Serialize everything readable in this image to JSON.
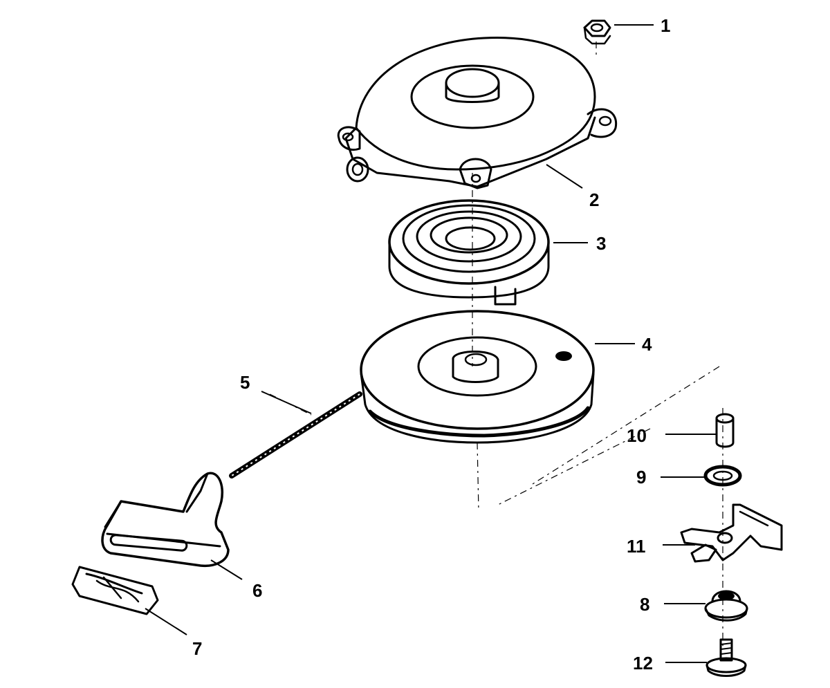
{
  "callouts": [
    "1",
    "2",
    "3",
    "4",
    "5",
    "6",
    "7",
    "8",
    "9",
    "10",
    "11",
    "12"
  ],
  "parts": [
    {
      "callout": "1",
      "icon": "hex-nut-icon"
    },
    {
      "callout": "2",
      "icon": "starter-housing-icon"
    },
    {
      "callout": "3",
      "icon": "recoil-spring-icon"
    },
    {
      "callout": "4",
      "icon": "rope-pulley-icon"
    },
    {
      "callout": "5",
      "icon": "starter-rope-icon"
    },
    {
      "callout": "6",
      "icon": "rope-handle-icon"
    },
    {
      "callout": "7",
      "icon": "handle-insert-icon"
    },
    {
      "callout": "8",
      "icon": "bushing-icon"
    },
    {
      "callout": "9",
      "icon": "washer-icon"
    },
    {
      "callout": "10",
      "icon": "spacer-icon"
    },
    {
      "callout": "11",
      "icon": "pawl-plate-icon"
    },
    {
      "callout": "12",
      "icon": "screw-icon"
    }
  ],
  "colors": {
    "ink": "#000000",
    "background": "#ffffff"
  }
}
